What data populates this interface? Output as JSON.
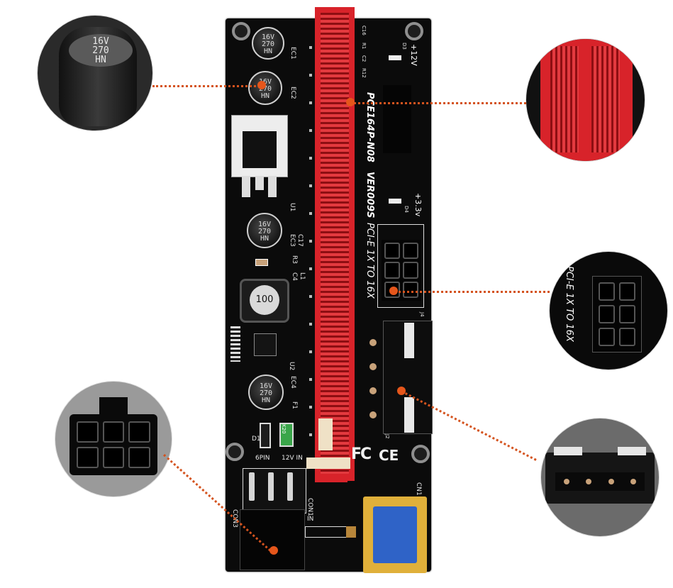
{
  "board": {
    "model": "PCE164P-N08",
    "version": "VER009S",
    "slogan": "PCI-E 1X TO 16X",
    "plus12v": "+12V",
    "plus33v": "+3.3v",
    "inductor_value": "100",
    "cap_line1": "16V",
    "cap_line2": "270",
    "cap_line3": "HN",
    "label_ec1": "EC1",
    "label_ec2": "EC2",
    "label_ec3": "EC3",
    "label_ec4": "EC4",
    "label_c17": "C17",
    "label_r3": "R3",
    "label_c4": "C4",
    "label_l1": "L1",
    "label_u1": "U1",
    "label_u2": "U2",
    "label_d1": "D1",
    "label_d3": "D3",
    "label_d4": "D4",
    "label_j4": "J4",
    "label_j2": "J2",
    "label_cn1": "CN1",
    "label_con3": "CON3",
    "label_f1": "F1",
    "label_c16": "C16",
    "label_c2": "C2",
    "label_r1": "R1",
    "label_r12": "R12",
    "fuse": "K20",
    "label_6pin": "6PIN",
    "label_12vin": "12V IN",
    "label_con1": "CON1",
    "label_in": "IN",
    "fc_mark": "FC",
    "ce_mark": "CE"
  },
  "zooms": {
    "capacitor": {
      "line1": "16V",
      "line2": "270",
      "line3": "HN"
    },
    "pcie_label": "PCI-E 1X TO 16X"
  },
  "colors": {
    "slot_red": "#d8232a",
    "usb_gold": "#e0b03a",
    "usb_blue": "#2f63c7",
    "leader": "#d4531e"
  }
}
